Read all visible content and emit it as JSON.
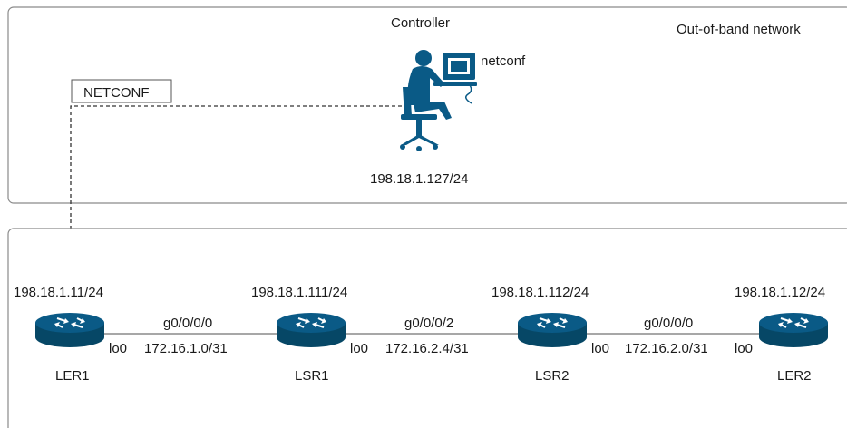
{
  "oob_network": {
    "title": "Out-of-band network",
    "controller_label": "Controller",
    "protocol_label": "netconf",
    "controller_ip": "198.18.1.127/24",
    "session_label": "NETCONF"
  },
  "routers": [
    {
      "name": "LER1",
      "ip": "198.18.1.11/24"
    },
    {
      "name": "LSR1",
      "ip": "198.18.1.111/24"
    },
    {
      "name": "LSR2",
      "ip": "198.18.1.112/24"
    },
    {
      "name": "LER2",
      "ip": "198.18.1.12/24"
    }
  ],
  "links": [
    {
      "interface": "g0/0/0/0",
      "subnet": "172.16.1.0/31",
      "loopback": "lo0"
    },
    {
      "interface": "g0/0/0/2",
      "subnet": "172.16.2.4/31",
      "loopback": "lo0"
    },
    {
      "interface": "g0/0/0/0",
      "subnet": "172.16.2.0/31",
      "loopback_left": "lo0",
      "loopback_right": "lo0"
    }
  ],
  "colors": {
    "device": "#0a5a86",
    "device_dark": "#064766",
    "panel_border": "#8a8a8a"
  },
  "icons": {
    "router": "router-icon",
    "controller": "operator-workstation-icon"
  }
}
